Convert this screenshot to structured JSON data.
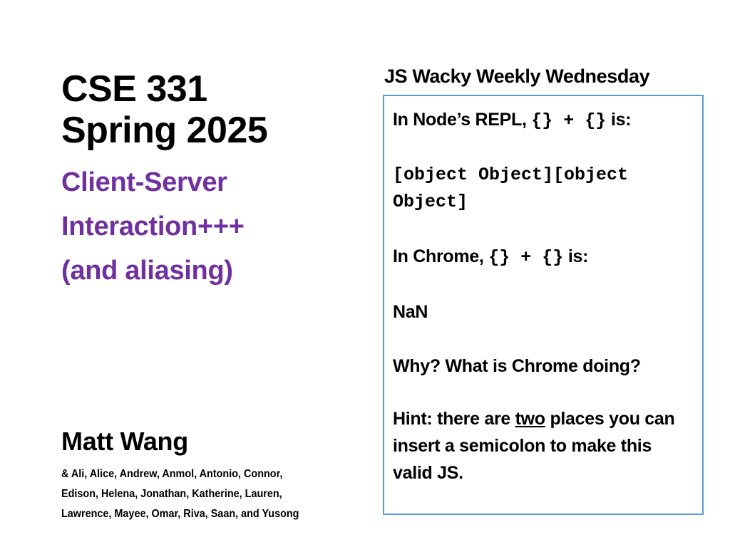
{
  "slide": {
    "background_color": "#ffffff",
    "accent_purple": "#7030a0",
    "panel_border_color": "#5b9bd5"
  },
  "left": {
    "course_line1": "CSE 331",
    "course_line2": "Spring 2025",
    "subtitle_line1": "Client-Server",
    "subtitle_line2": "Interaction+++",
    "subtitle_line3": "(and aliasing)",
    "author_name": "Matt Wang",
    "staff_line1": "& Ali, Alice, Andrew, Anmol, Antonio, Connor,",
    "staff_line2": "Edison, Helena, Jonathan, Katherine, Lauren,",
    "staff_line3": "Lawrence, Mayee, Omar, Riva, Saan, and Yusong"
  },
  "right": {
    "heading": "JS Wacky Weekly Wednesday",
    "node_prompt_prefix": "In Node’s REPL, ",
    "node_prompt_code": "{} + {}",
    "node_prompt_suffix": " is:",
    "node_result_line1": "[object Object][object",
    "node_result_line2": "Object]",
    "chrome_prompt_prefix": "In Chrome, ",
    "chrome_prompt_code": "{} + {}",
    "chrome_prompt_suffix": " is:",
    "chrome_result": "NaN",
    "why_question": "Why? What is Chrome doing?",
    "hint_prefix": "Hint: there are ",
    "hint_emphasis": "two",
    "hint_suffix": " places you can insert a semicolon to make this valid JS."
  }
}
